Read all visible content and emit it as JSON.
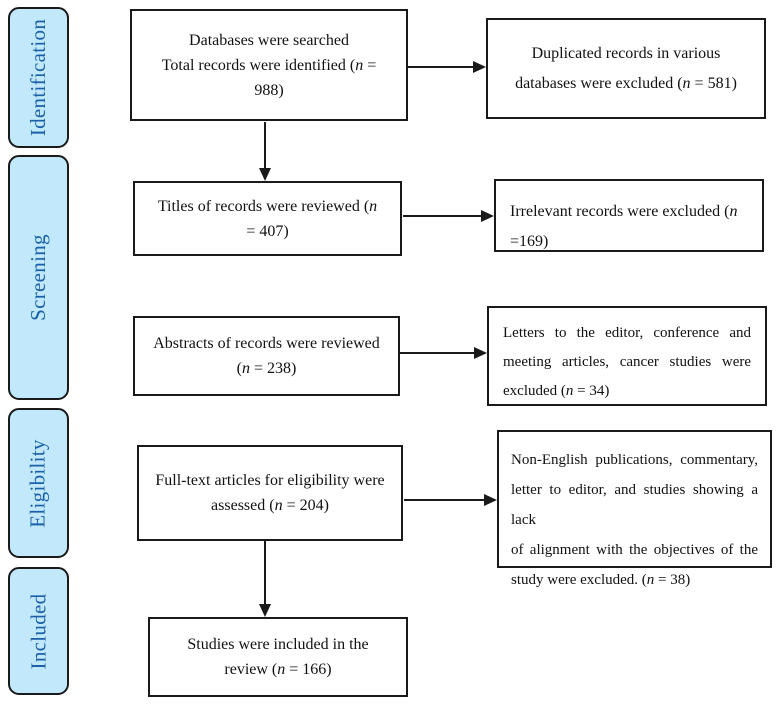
{
  "colors": {
    "stage_fill": "#c2e9fb",
    "stage_text": "#1b5fa8",
    "line_color": "#1a1a1a",
    "box_background": "#ffffff"
  },
  "stages": [
    {
      "label": "Identification"
    },
    {
      "label": "Screening"
    },
    {
      "label": "Eligibility"
    },
    {
      "label": "Included"
    }
  ],
  "process_boxes": [
    {
      "id": "records-identified",
      "count": 988,
      "lines": [
        "Databases were searched",
        "Total records were identified (n =",
        "988)"
      ]
    },
    {
      "id": "titles-reviewed",
      "count": 407,
      "lines": [
        "Titles of records were reviewed (n",
        "= 407)"
      ]
    },
    {
      "id": "abstracts-reviewed",
      "count": 238,
      "lines": [
        "Abstracts of records were reviewed",
        "(n = 238)"
      ]
    },
    {
      "id": "fulltext-assessed",
      "count": 204,
      "lines": [
        "Full-text articles for eligibility were",
        "assessed (n = 204)"
      ]
    },
    {
      "id": "studies-included",
      "count": 166,
      "lines": [
        "Studies were included in the",
        "review (n = 166)"
      ]
    }
  ],
  "exclusion_boxes": [
    {
      "id": "duplicates-excluded",
      "count": 581,
      "lines": [
        "Duplicated records in various",
        "databases were excluded (n = 581)"
      ]
    },
    {
      "id": "irrelevant-excluded",
      "count": 169,
      "lines": [
        "Irrelevant records were excluded (n",
        "=169)"
      ]
    },
    {
      "id": "letters-conference-cancer-excluded",
      "count": 34,
      "lines": [
        "Letters to the editor, conference and",
        "meeting articles, cancer studies were",
        "excluded (n = 34)"
      ]
    },
    {
      "id": "non-english-excluded",
      "count": 38,
      "lines": [
        "Non-English publications, commentary,",
        "letter to editor, and studies showing a lack",
        "of alignment with the objectives of the",
        "study were excluded. (n = 38)"
      ]
    }
  ]
}
